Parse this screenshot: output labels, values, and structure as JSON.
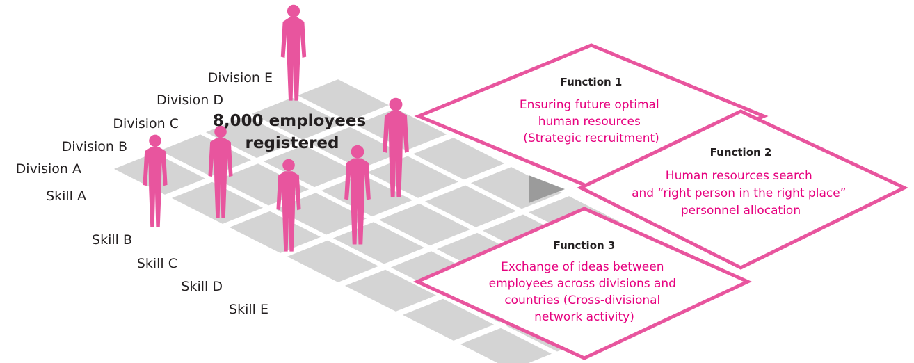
{
  "colors": {
    "accent": "#e8559e",
    "text": "#231f20",
    "tile": "#d4d4d4",
    "arrow": "#9b9b9b",
    "function_text": "#e6007e"
  },
  "grid": {
    "divisions": [
      "Division A",
      "Division B",
      "Division C",
      "Division D",
      "Division E"
    ],
    "skills": [
      "Skill A",
      "Skill B",
      "Skill C",
      "Skill D",
      "Skill E"
    ],
    "registered": [
      "8,000 employees",
      "registered"
    ]
  },
  "icons": {
    "people": "person-silhouette-icon",
    "arrow": "triangle-arrow-icon"
  },
  "functions": [
    {
      "title": "Function 1",
      "lines": [
        "Ensuring future optimal",
        "human resources",
        "(Strategic recruitment)"
      ]
    },
    {
      "title": "Function 2",
      "lines": [
        "Human resources search",
        "and “right person in the right place”",
        "personnel allocation"
      ]
    },
    {
      "title": "Function 3",
      "lines": [
        "Exchange of ideas between",
        "employees across divisions and",
        "countries (Cross-divisional",
        "network activity)"
      ]
    }
  ]
}
